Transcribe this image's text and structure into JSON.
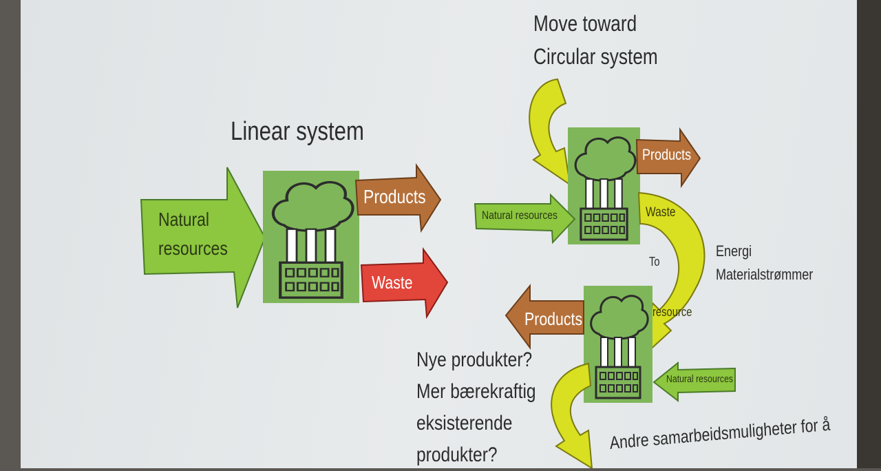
{
  "linear": {
    "title": "Linear system",
    "input": [
      "Natural",
      "resources"
    ],
    "products": "Products",
    "waste": "Waste"
  },
  "circular": {
    "title": [
      "Move toward",
      "Circular system"
    ],
    "natural_resources_1": "Natural resources",
    "products_1": "Products",
    "waste": "Waste",
    "to": "To",
    "resource": "resource",
    "products_2": "Products",
    "natural_resources_2": "Natural resources"
  },
  "notes": {
    "flows": [
      "Energi",
      "Materialstrømmer"
    ],
    "questions": [
      "Nye produkter?",
      "Mer bærekraftig",
      "eksisterende",
      "produkter?"
    ],
    "cooperation": "Andre samarbeidsmuligheter for å"
  },
  "colors": {
    "green": "#8dc63f",
    "factory_bg": "#7fb65a",
    "brown": "#b5703a",
    "red": "#e2453a",
    "yellow": "#d9e021"
  }
}
